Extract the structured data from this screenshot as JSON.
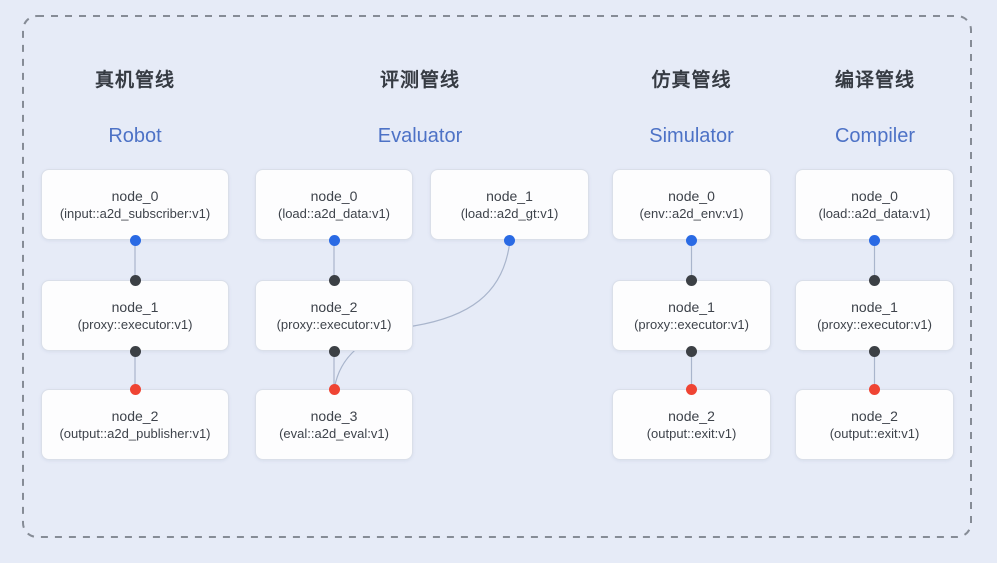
{
  "colors": {
    "background": "#e6ebf7",
    "frame_dash": "#868c96",
    "edge": "#a9b5cc",
    "box_bg": "#fdfdfe",
    "box_border": "#dadfe9",
    "node_text": "#3e434b",
    "title_zh": "#363b43",
    "title_en": "#4d72c6",
    "port_blue": "#2a6ae4",
    "port_black": "#3c4045",
    "port_red": "#ef4433"
  },
  "pipelines": [
    {
      "key": "robot",
      "title_zh": "真机管线",
      "title_en": "Robot",
      "nodes": [
        {
          "label": "node_0",
          "type": "(input::a2d_subscriber:v1)",
          "col": "robot",
          "row": 0,
          "ports": [
            {
              "pos": "bottom",
              "color": "blue"
            }
          ]
        },
        {
          "label": "node_1",
          "type": "(proxy::executor:v1)",
          "col": "robot",
          "row": 1,
          "ports": [
            {
              "pos": "top",
              "color": "black"
            },
            {
              "pos": "bottom",
              "color": "black"
            }
          ]
        },
        {
          "label": "node_2",
          "type": "(output::a2d_publisher:v1)",
          "col": "robot",
          "row": 2,
          "ports": [
            {
              "pos": "top",
              "color": "red"
            }
          ]
        }
      ]
    },
    {
      "key": "evaluator",
      "title_zh": "评测管线",
      "title_en": "Evaluator",
      "nodes": [
        {
          "label": "node_0",
          "type": "(load::a2d_data:v1)",
          "col": "evalL",
          "row": 0,
          "ports": [
            {
              "pos": "bottom",
              "color": "blue"
            }
          ]
        },
        {
          "label": "node_1",
          "type": "(load::a2d_gt:v1)",
          "col": "evalR",
          "row": 0,
          "ports": [
            {
              "pos": "bottom",
              "color": "blue"
            }
          ]
        },
        {
          "label": "node_2",
          "type": "(proxy::executor:v1)",
          "col": "evalL",
          "row": 1,
          "ports": [
            {
              "pos": "top",
              "color": "black"
            },
            {
              "pos": "bottom",
              "color": "black"
            }
          ]
        },
        {
          "label": "node_3",
          "type": "(eval::a2d_eval:v1)",
          "col": "evalL",
          "row": 2,
          "ports": [
            {
              "pos": "top",
              "color": "red"
            }
          ]
        }
      ]
    },
    {
      "key": "simulator",
      "title_zh": "仿真管线",
      "title_en": "Simulator",
      "nodes": [
        {
          "label": "node_0",
          "type": "(env::a2d_env:v1)",
          "col": "sim",
          "row": 0,
          "ports": [
            {
              "pos": "bottom",
              "color": "blue"
            }
          ]
        },
        {
          "label": "node_1",
          "type": "(proxy::executor:v1)",
          "col": "sim",
          "row": 1,
          "ports": [
            {
              "pos": "top",
              "color": "black"
            },
            {
              "pos": "bottom",
              "color": "black"
            }
          ]
        },
        {
          "label": "node_2",
          "type": "(output::exit:v1)",
          "col": "sim",
          "row": 2,
          "ports": [
            {
              "pos": "top",
              "color": "red"
            }
          ]
        }
      ]
    },
    {
      "key": "compiler",
      "title_zh": "编译管线",
      "title_en": "Compiler",
      "nodes": [
        {
          "label": "node_0",
          "type": "(load::a2d_data:v1)",
          "col": "comp",
          "row": 0,
          "ports": [
            {
              "pos": "bottom",
              "color": "blue"
            }
          ]
        },
        {
          "label": "node_1",
          "type": "(proxy::executor:v1)",
          "col": "comp",
          "row": 1,
          "ports": [
            {
              "pos": "top",
              "color": "black"
            },
            {
              "pos": "bottom",
              "color": "black"
            }
          ]
        },
        {
          "label": "node_2",
          "type": "(output::exit:v1)",
          "col": "comp",
          "row": 2,
          "ports": [
            {
              "pos": "top",
              "color": "red"
            }
          ]
        }
      ]
    }
  ],
  "edges": [
    {
      "from": {
        "col": "robot",
        "row": 0,
        "port": "bottom"
      },
      "to": {
        "col": "robot",
        "row": 1,
        "port": "top"
      }
    },
    {
      "from": {
        "col": "robot",
        "row": 1,
        "port": "bottom"
      },
      "to": {
        "col": "robot",
        "row": 2,
        "port": "top"
      }
    },
    {
      "from": {
        "col": "evalL",
        "row": 0,
        "port": "bottom"
      },
      "to": {
        "col": "evalL",
        "row": 1,
        "port": "top"
      }
    },
    {
      "from": {
        "col": "evalL",
        "row": 1,
        "port": "bottom"
      },
      "to": {
        "col": "evalL",
        "row": 2,
        "port": "top"
      }
    },
    {
      "from": {
        "col": "evalR",
        "row": 0,
        "port": "bottom"
      },
      "to": {
        "col": "evalL",
        "row": 2,
        "port": "top"
      },
      "curved": true
    },
    {
      "from": {
        "col": "sim",
        "row": 0,
        "port": "bottom"
      },
      "to": {
        "col": "sim",
        "row": 1,
        "port": "top"
      }
    },
    {
      "from": {
        "col": "sim",
        "row": 1,
        "port": "bottom"
      },
      "to": {
        "col": "sim",
        "row": 2,
        "port": "top"
      }
    },
    {
      "from": {
        "col": "comp",
        "row": 0,
        "port": "bottom"
      },
      "to": {
        "col": "comp",
        "row": 1,
        "port": "top"
      }
    },
    {
      "from": {
        "col": "comp",
        "row": 1,
        "port": "bottom"
      },
      "to": {
        "col": "comp",
        "row": 2,
        "port": "top"
      }
    }
  ]
}
